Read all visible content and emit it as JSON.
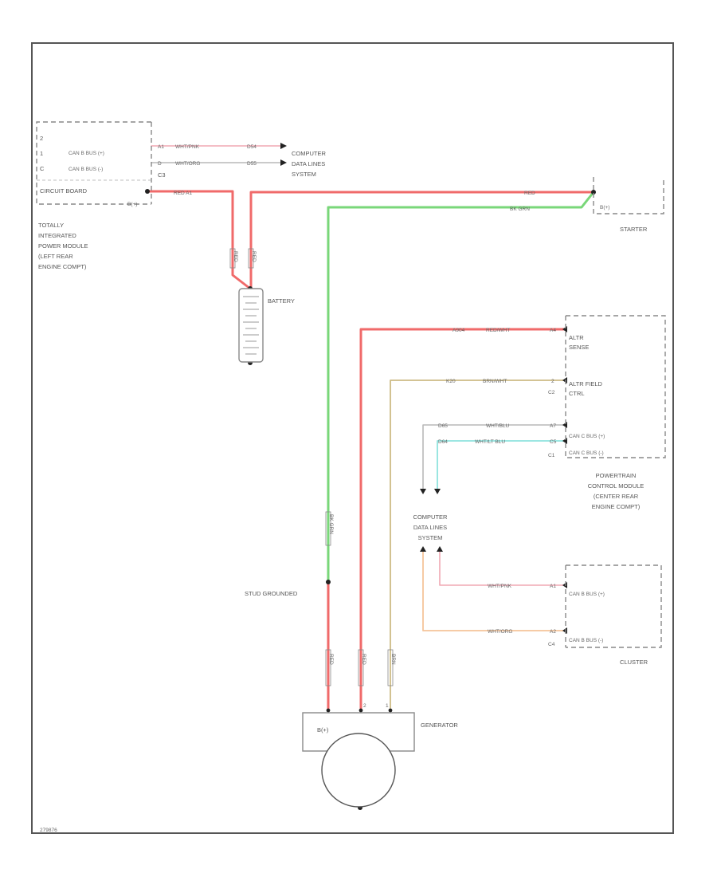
{
  "colors": {
    "red": "#f06a6a",
    "green": "#79d779",
    "tan": "#cdbb85",
    "pink": "#f0a8b4",
    "gray": "#b9b9b9",
    "cyan": "#8fe3de",
    "orange": "#f5c49a",
    "frame": "#555555",
    "ink": "#222222"
  },
  "tipm": {
    "pin2": "2",
    "pin1": "1",
    "canb_hi": "CAN B BUS (+)",
    "canb_lo": "CAN B BUS (-)",
    "circuit_board": "CIRCUIT BOARD",
    "bplus": "B(+)",
    "conn": "C3",
    "label": [
      "TOTALLY",
      "INTEGRATED",
      "POWER MODULE",
      "(LEFT REAR",
      "ENGINE COMPT)"
    ]
  },
  "wires": {
    "tipm_w1_color": "WHT/PNK",
    "tipm_w1_code": "D54",
    "tipm_w2_color": "WHT/ORG",
    "tipm_w2_code": "D55",
    "red_a1": "RED A1",
    "batt_l": "RED",
    "batt_r": "RED",
    "red_starter": "RED",
    "bk_grn": "BK GRN",
    "green_vert": "BK GRN",
    "alt_code": "A904",
    "alt_color": "RED/WHT",
    "field_code": "K20",
    "field_color": "BRN/WHT",
    "pcm_w1_code": "D65",
    "pcm_w1_color": "WHT/BLU",
    "pcm_w2_code": "D64",
    "pcm_w2_color": "WHT/LT BLU",
    "clus_w1_color": "WHT/PNK",
    "clus_w2_color": "WHT/ORG",
    "gen_w1": "RED",
    "gen_w2": "RED",
    "gen_w3": "BRN"
  },
  "computer_top": [
    "COMPUTER",
    "DATA LINES",
    "SYSTEM"
  ],
  "computer_mid": [
    "COMPUTER",
    "DATA LINES",
    "SYSTEM"
  ],
  "battery": "BATTERY",
  "starter": {
    "name": "STARTER",
    "pin": "B(+)"
  },
  "pcm": {
    "alt_sense": [
      "ALTR",
      "SENSE"
    ],
    "alt_field": [
      "ALTR FIELD",
      "CTRL"
    ],
    "canc_hi": "CAN C BUS (+)",
    "canc_lo": "CAN C BUS (-)",
    "pin_a": "A4",
    "pin_b": "2",
    "pin_c": "A7",
    "pin_d": "C5",
    "conn_c2": "C2",
    "conn_c1": "C1",
    "label": [
      "POWERTRAIN",
      "CONTROL MODULE",
      "(CENTER REAR",
      "ENGINE COMPT)"
    ]
  },
  "cluster": {
    "canb_hi": "CAN B BUS (+)",
    "canb_lo": "CAN B BUS (-)",
    "pin_a": "A1",
    "pin_b": "A2",
    "conn": "C4",
    "name": "CLUSTER"
  },
  "stud": "STUD GROUNDED",
  "generator": {
    "name": "GENERATOR",
    "bplus": "B(+)",
    "pin_2": "2",
    "pin_1": "1"
  },
  "footer_code": "279876"
}
